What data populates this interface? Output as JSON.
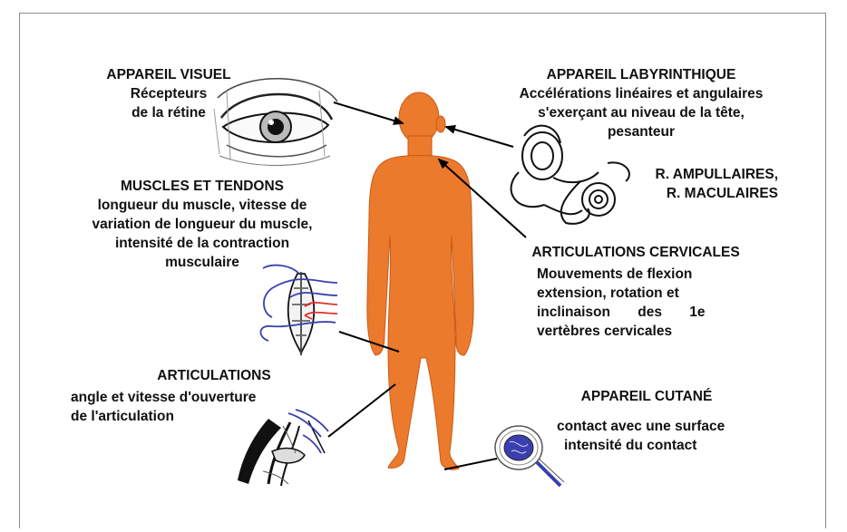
{
  "visual": {
    "title": "APPAREIL VISUEL",
    "lines": [
      "Récepteurs",
      "de la rétine"
    ]
  },
  "labyrinth": {
    "title": "APPAREIL LABYRINTHIQUE",
    "lines": [
      "Accélérations linéaires et angulaires",
      "s'exerçant au niveau de la tête,",
      "pesanteur"
    ],
    "receptors": [
      "R. AMPULLAIRES,",
      "R. MACULAIRES"
    ]
  },
  "muscles": {
    "title": "MUSCLES ET TENDONS",
    "lines": [
      "longueur du muscle, vitesse de",
      "variation de longueur du muscle,",
      "intensité de la contraction",
      "musculaire"
    ]
  },
  "cervical": {
    "title": "ARTICULATIONS CERVICALES",
    "lines": [
      "Mouvements de flexion",
      "extension, rotation et",
      "inclinaison des 1e",
      "vertèbres cervicales"
    ]
  },
  "joints": {
    "title": "ARTICULATIONS",
    "lines": [
      "angle et vitesse d'ouverture",
      "de l'articulation"
    ]
  },
  "skin": {
    "title": "APPAREIL CUTANÉ",
    "lines": [
      "contact avec une surface",
      "intensité du contact"
    ]
  },
  "colors": {
    "body": "#ec7a2c",
    "body_outline": "#c85a18",
    "fiber_blue": "#3a3fb0",
    "fiber_red": "#e0302a"
  }
}
